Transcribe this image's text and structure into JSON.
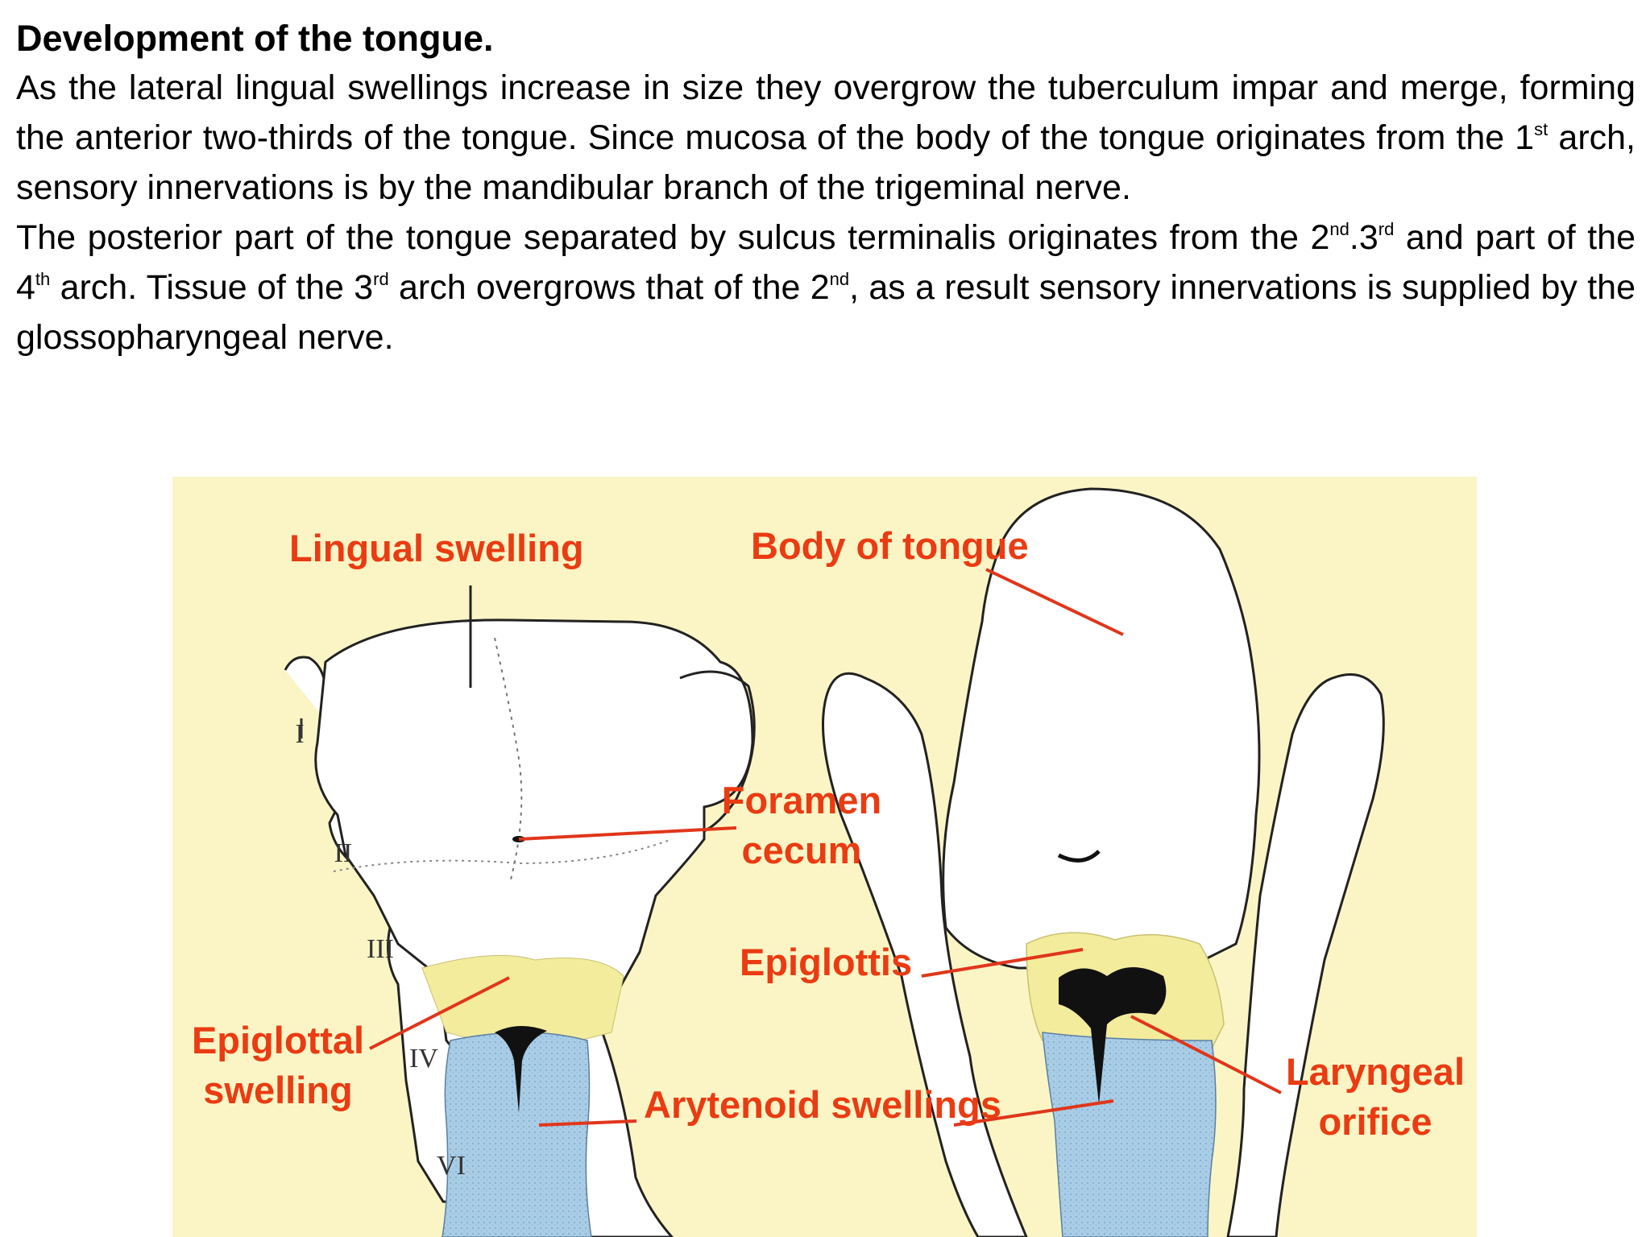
{
  "heading": "Development of the tongue.",
  "paragraph1": {
    "part1": "As the lateral lingual swellings increase in size they overgrow the tuberculum impar and merge, forming the anterior two-thirds of the tongue. Since mucosa of the body of the tongue originates from the 1",
    "sup1": "st",
    "part2": " arch, sensory innervations is by the mandibular branch of the trigeminal nerve."
  },
  "paragraph2": {
    "part1": "The posterior part of the tongue separated by sulcus terminalis originates from the 2",
    "sup1": "nd",
    "part2": ".3",
    "sup2": "rd",
    "part3": " and part of the 4",
    "sup3": "th",
    "part4": " arch. Tissue of the 3",
    "sup4": "rd",
    "part5": " arch overgrows that of the 2",
    "sup5": "nd",
    "part6": ", as a result sensory innervations is supplied by the glossopharyngeal nerve."
  },
  "figure": {
    "labels": {
      "lingual_swelling": "Lingual swelling",
      "body_of_tongue": "Body of tongue",
      "foramen_cecum_line1": "Foramen",
      "foramen_cecum_line2": "cecum",
      "epiglottis": "Epiglottis",
      "epiglottal_swelling_line1": "Epiglottal",
      "epiglottal_swelling_line2": "swelling",
      "arytenoid_swellings": "Arytenoid swellings",
      "laryngeal_orifice_line1": "Laryngeal",
      "laryngeal_orifice_line2": "orifice"
    },
    "arch_numerals": [
      "I",
      "II",
      "III",
      "IV",
      "VI"
    ],
    "colors": {
      "background": "#fbf5c5",
      "label": "#ea3b12",
      "epiglottis_yellow": "#f2ec9c",
      "arytenoid_blue": "#a9cde6"
    }
  }
}
